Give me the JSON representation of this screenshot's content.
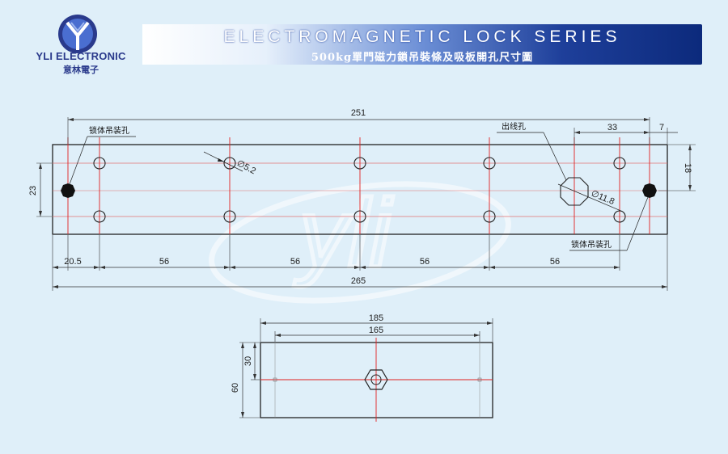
{
  "logo": {
    "company_en": "YLI ELECTRONIC",
    "company_cn": "意林電子",
    "watermark": "yli"
  },
  "banner": {
    "title": "ELECTROMAGNETIC LOCK SERIES",
    "subtitle": "500kg單門磁力鎖吊裝條及吸板開孔尺寸圖"
  },
  "top_plate": {
    "overall_top": "251",
    "overall_bottom": "265",
    "bottom_spacings": [
      "20.5",
      "56",
      "56",
      "56",
      "56"
    ],
    "right_spacing_33": "33",
    "right_spacing_7": "7",
    "left_vertical": "23",
    "right_vertical": "18",
    "small_hole_dia": "∅5.2",
    "cable_hole_dia": "∅11.8",
    "label_mount_left": "锁体吊装孔",
    "label_cable": "出线孔",
    "label_mount_right": "锁体吊装孔"
  },
  "armature_plate": {
    "width_outer": "185",
    "width_inner": "165",
    "height_total": "60",
    "height_half": "30"
  },
  "colors": {
    "background": "#dfeff9",
    "banner_dark": "#0c2a7c",
    "center_line": "#e02020",
    "outline": "#222222"
  }
}
